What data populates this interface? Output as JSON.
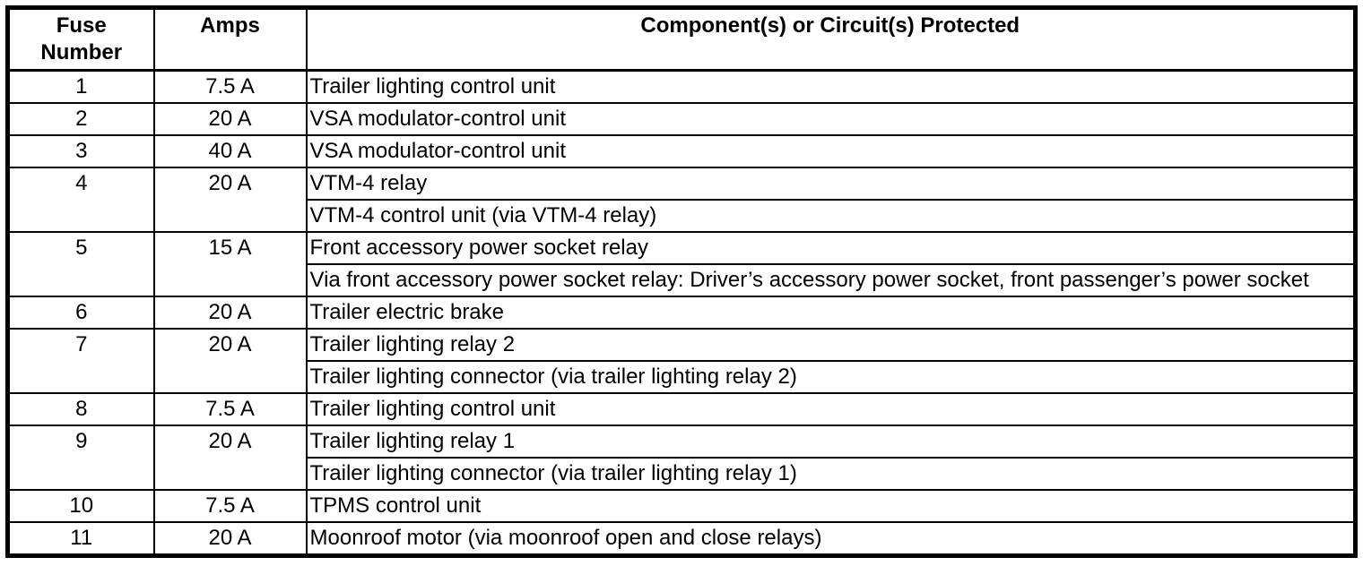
{
  "table": {
    "header": {
      "fuse_number": "Fuse Number",
      "amps": "Amps",
      "components": "Component(s) or Circuit(s) Protected"
    },
    "rows": [
      {
        "fuse": "1",
        "amps": "7.5 A",
        "components": [
          "Trailer lighting control unit"
        ]
      },
      {
        "fuse": "2",
        "amps": "20 A",
        "components": [
          "VSA modulator-control unit"
        ]
      },
      {
        "fuse": "3",
        "amps": "40 A",
        "components": [
          "VSA modulator-control unit"
        ]
      },
      {
        "fuse": "4",
        "amps": "20 A",
        "components": [
          "VTM-4 relay",
          "VTM-4 control unit (via VTM-4 relay)"
        ]
      },
      {
        "fuse": "5",
        "amps": "15 A",
        "components": [
          "Front accessory power socket relay",
          "Via front accessory power socket relay: Driver’s accessory power socket, front passenger’s power socket"
        ]
      },
      {
        "fuse": "6",
        "amps": "20 A",
        "components": [
          "Trailer electric brake"
        ]
      },
      {
        "fuse": "7",
        "amps": "20 A",
        "components": [
          "Trailer lighting relay 2",
          "Trailer lighting connector (via trailer lighting relay 2)"
        ]
      },
      {
        "fuse": "8",
        "amps": "7.5 A",
        "components": [
          "Trailer lighting control unit"
        ]
      },
      {
        "fuse": "9",
        "amps": "20 A",
        "components": [
          "Trailer lighting relay 1",
          "Trailer lighting connector (via trailer lighting relay 1)"
        ]
      },
      {
        "fuse": "10",
        "amps": "7.5 A",
        "components": [
          "TPMS control unit"
        ]
      },
      {
        "fuse": "11",
        "amps": "20 A",
        "components": [
          "Moonroof motor (via moonroof open and close relays)"
        ]
      }
    ]
  }
}
